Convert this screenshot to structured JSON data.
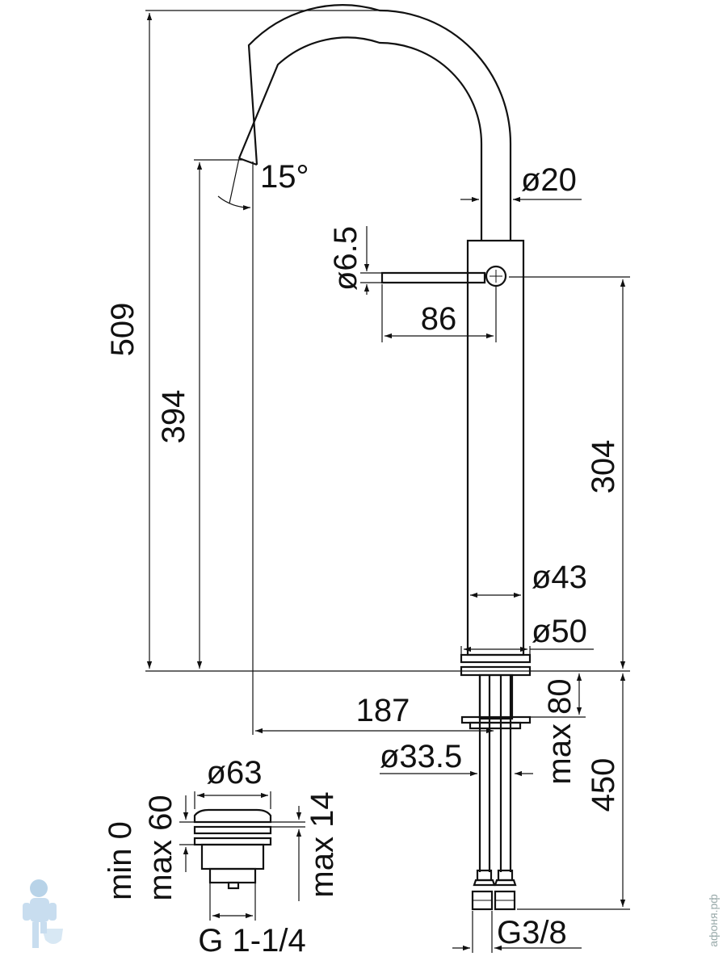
{
  "dimensions": {
    "total_height": "509",
    "spout_height": "394",
    "spout_angle": "15°",
    "spout_diameter": "ø20",
    "lever_diameter": "ø6.5",
    "lever_length": "86",
    "body_height": "304",
    "body_diameter": "ø43",
    "base_diameter": "ø50",
    "spout_reach": "187",
    "shank_diameter": "ø33.5",
    "max_deck_thickness": "max 80",
    "hose_length": "450",
    "hose_thread": "G3/8"
  },
  "waste": {
    "cap_diameter": "ø63",
    "min_label": "min 0",
    "max_label": "max 60",
    "max_14": "max 14",
    "thread": "G 1-1/4"
  },
  "watermark": "афоня.рф"
}
